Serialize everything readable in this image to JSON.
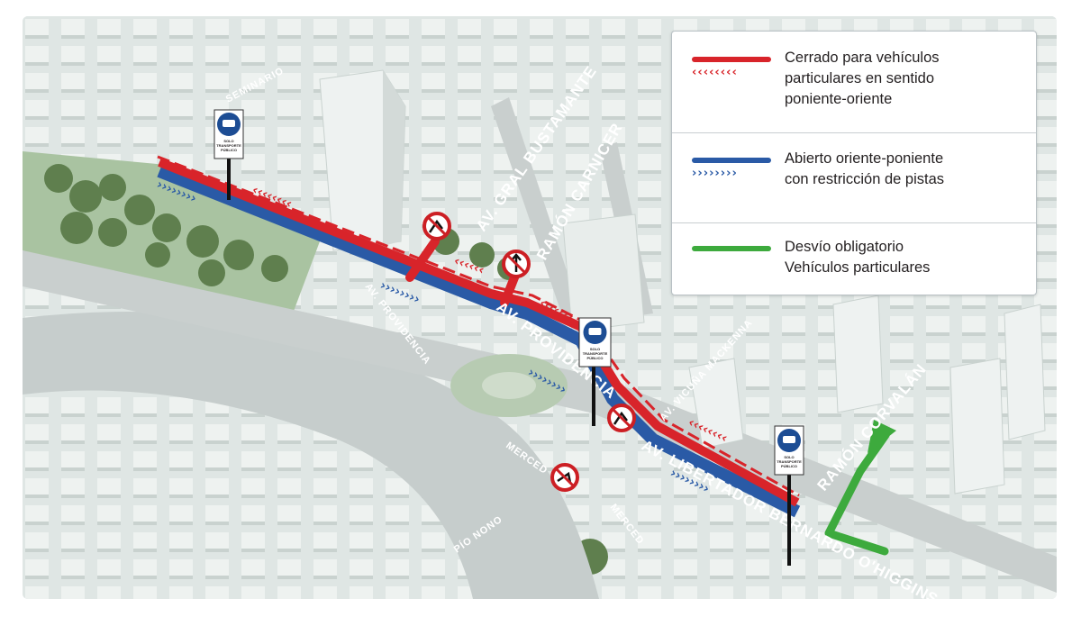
{
  "colors": {
    "closed": "#d8242a",
    "open": "#2a5aa6",
    "detour": "#3daa3d",
    "sign_blue": "#1d4d94",
    "prohibited": "#cc1f24"
  },
  "legend": {
    "items": [
      {
        "id": "closed",
        "line_color": "#d8242a",
        "chevrons": "‹‹‹‹‹‹‹‹",
        "text_lines": [
          "Cerrado para vehículos",
          "particulares en sentido",
          "poniente-oriente"
        ]
      },
      {
        "id": "open",
        "line_color": "#2a5aa6",
        "chevrons": "››››››››",
        "text_lines": [
          "Abierto oriente-poniente",
          "con restricción de pistas"
        ]
      },
      {
        "id": "detour",
        "line_color": "#3daa3d",
        "chevrons": "",
        "text_lines": [
          "Desvío obligatorio",
          "Vehículos particulares"
        ]
      }
    ]
  },
  "streets": [
    "SEMINARIO",
    "AV. GRAL BUSTAMANTE",
    "RAMÓN CARNICER",
    "AV. PROVIDENCIA",
    "AV. PROVIDENCIA",
    "AV. VICUÑA MACKENNA",
    "AV. LIBERTADOR BERNARDO O'HIGGINS",
    "RAMÓN CORVALÁN",
    "MERCED",
    "MERCED",
    "PÍO NONO"
  ],
  "signs": {
    "bus_only_lines": [
      "SOLO",
      "TRANSPORTE",
      "PÚBLICO"
    ],
    "bus_only_icon": "bus-icon",
    "turn_icon": "no-turn-icon",
    "no_straight_icon": "no-straight-icon"
  }
}
